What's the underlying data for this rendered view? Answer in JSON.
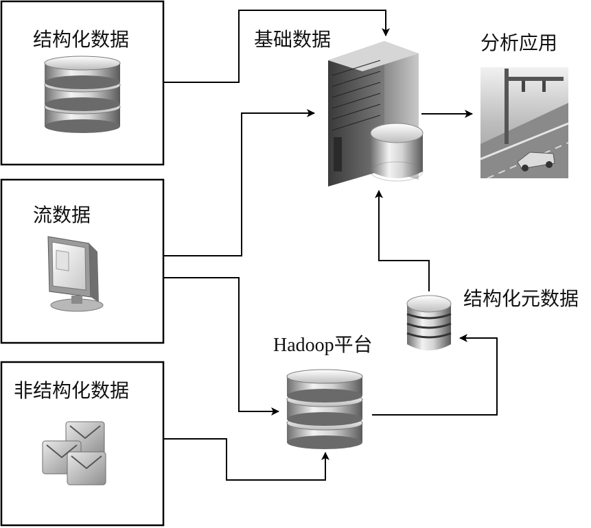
{
  "sources": {
    "structured": {
      "label": "结构化数据"
    },
    "stream": {
      "label": "流数据"
    },
    "unstructured": {
      "label": "非结构化数据"
    }
  },
  "nodes": {
    "base_data": {
      "label": "基础数据"
    },
    "analytics": {
      "label": "分析应用"
    },
    "hadoop": {
      "label": "Hadoop平台"
    },
    "metadata": {
      "label": "结构化元数据"
    }
  },
  "colors": {
    "line": "#000000",
    "box_border": "#000000",
    "background": "#ffffff"
  },
  "icons": {
    "structured": "database-stack-icon",
    "stream": "monitor-icon",
    "unstructured": "image-tiles-icon",
    "base_data": "server-with-storage-icon",
    "analytics": "traffic-road-image-icon",
    "hadoop": "database-stack-icon",
    "metadata": "database-cylinder-icon"
  }
}
